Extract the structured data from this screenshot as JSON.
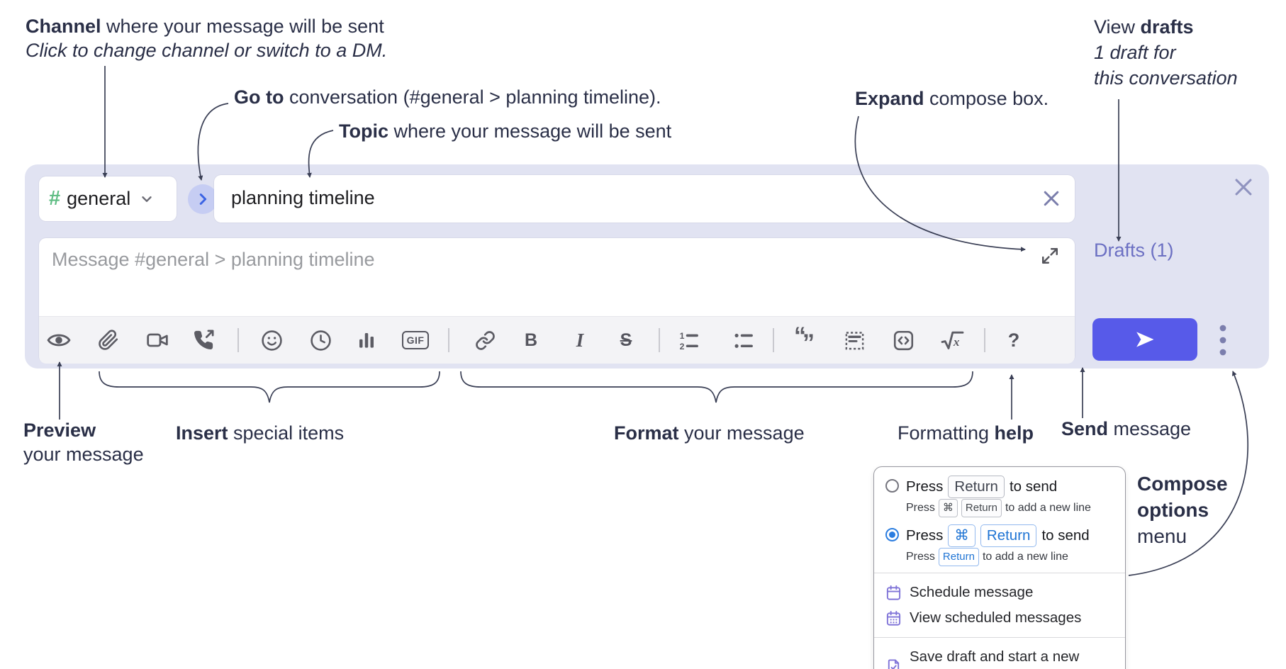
{
  "annotations": {
    "channel": {
      "bold": "Channel",
      "rest": " where your message will be sent",
      "line2": "Click to change channel or switch to a DM."
    },
    "goto": {
      "bold": "Go to",
      "rest": " conversation (#general > planning timeline)."
    },
    "topic": {
      "bold": "Topic",
      "rest": " where your message will be sent"
    },
    "expand": {
      "bold": "Expand",
      "rest": " compose box."
    },
    "view_drafts": {
      "pre": "View ",
      "bold": "drafts",
      "line2": "1 draft for",
      "line3": "this conversation"
    },
    "preview": {
      "bold": "Preview",
      "line2": "your message"
    },
    "insert": {
      "bold": "Insert",
      "rest": " special items"
    },
    "format": {
      "bold": "Format",
      "rest": " your message"
    },
    "formatting_help": {
      "pre": "Formatting ",
      "bold": "help"
    },
    "send": {
      "bold": "Send",
      "rest": " message"
    },
    "compose_options": {
      "line1": "Compose",
      "line2": "options",
      "line3": "menu"
    }
  },
  "composer": {
    "channel_hash": "#",
    "channel_name": "general",
    "topic_value": "planning timeline",
    "message_placeholder": "Message #general > planning timeline",
    "drafts_label": "Drafts (1)"
  },
  "toolbar": {
    "gif": "GIF",
    "bold": "B",
    "italic": "I",
    "strike": "S",
    "help": "?",
    "quote_open": "“",
    "quote_close": "”",
    "ol1": "1",
    "ol2": "2",
    "sqrt_sign": "√",
    "sqrt_var": "x",
    "icons": [
      "preview-eye",
      "attach-paperclip",
      "video-clip",
      "audio-call",
      "emoji",
      "recent-clock",
      "poll-bars",
      "gif",
      "link",
      "bold",
      "italic",
      "strikethrough",
      "ordered-list",
      "bulleted-list",
      "quote",
      "code-snippet",
      "code",
      "formula",
      "formatting-help",
      "send",
      "compose-options-dots"
    ]
  },
  "menu": {
    "option_return": {
      "pre": "Press",
      "key": "Return",
      "post": "to send",
      "sub_pre": "Press",
      "sub_key1": "⌘",
      "sub_key2": "Return",
      "sub_post": "to add a new line"
    },
    "option_cmd_return": {
      "pre": "Press",
      "key1": "⌘",
      "key2": "Return",
      "post": "to send",
      "sub_pre": "Press",
      "sub_key": "Return",
      "sub_post": "to add a new line"
    },
    "schedule": "Schedule message",
    "view_scheduled": "View scheduled messages",
    "save_draft": "Save draft and start a new message"
  },
  "colors": {
    "panel": "#e1e3f2",
    "send_button": "#575ae9",
    "drafts_link": "#6c70c3",
    "hash_green": "#5fbd84",
    "go_chevron": "#3b63e4",
    "go_circle": "#c6cdf3",
    "radio_selected": "#2b7de0",
    "key_blue_text": "#1f74d4",
    "menu_icon_purple": "#8074d8",
    "annotation_ink": "#2a2f47",
    "toolbar_icon": "#5c5c64"
  }
}
